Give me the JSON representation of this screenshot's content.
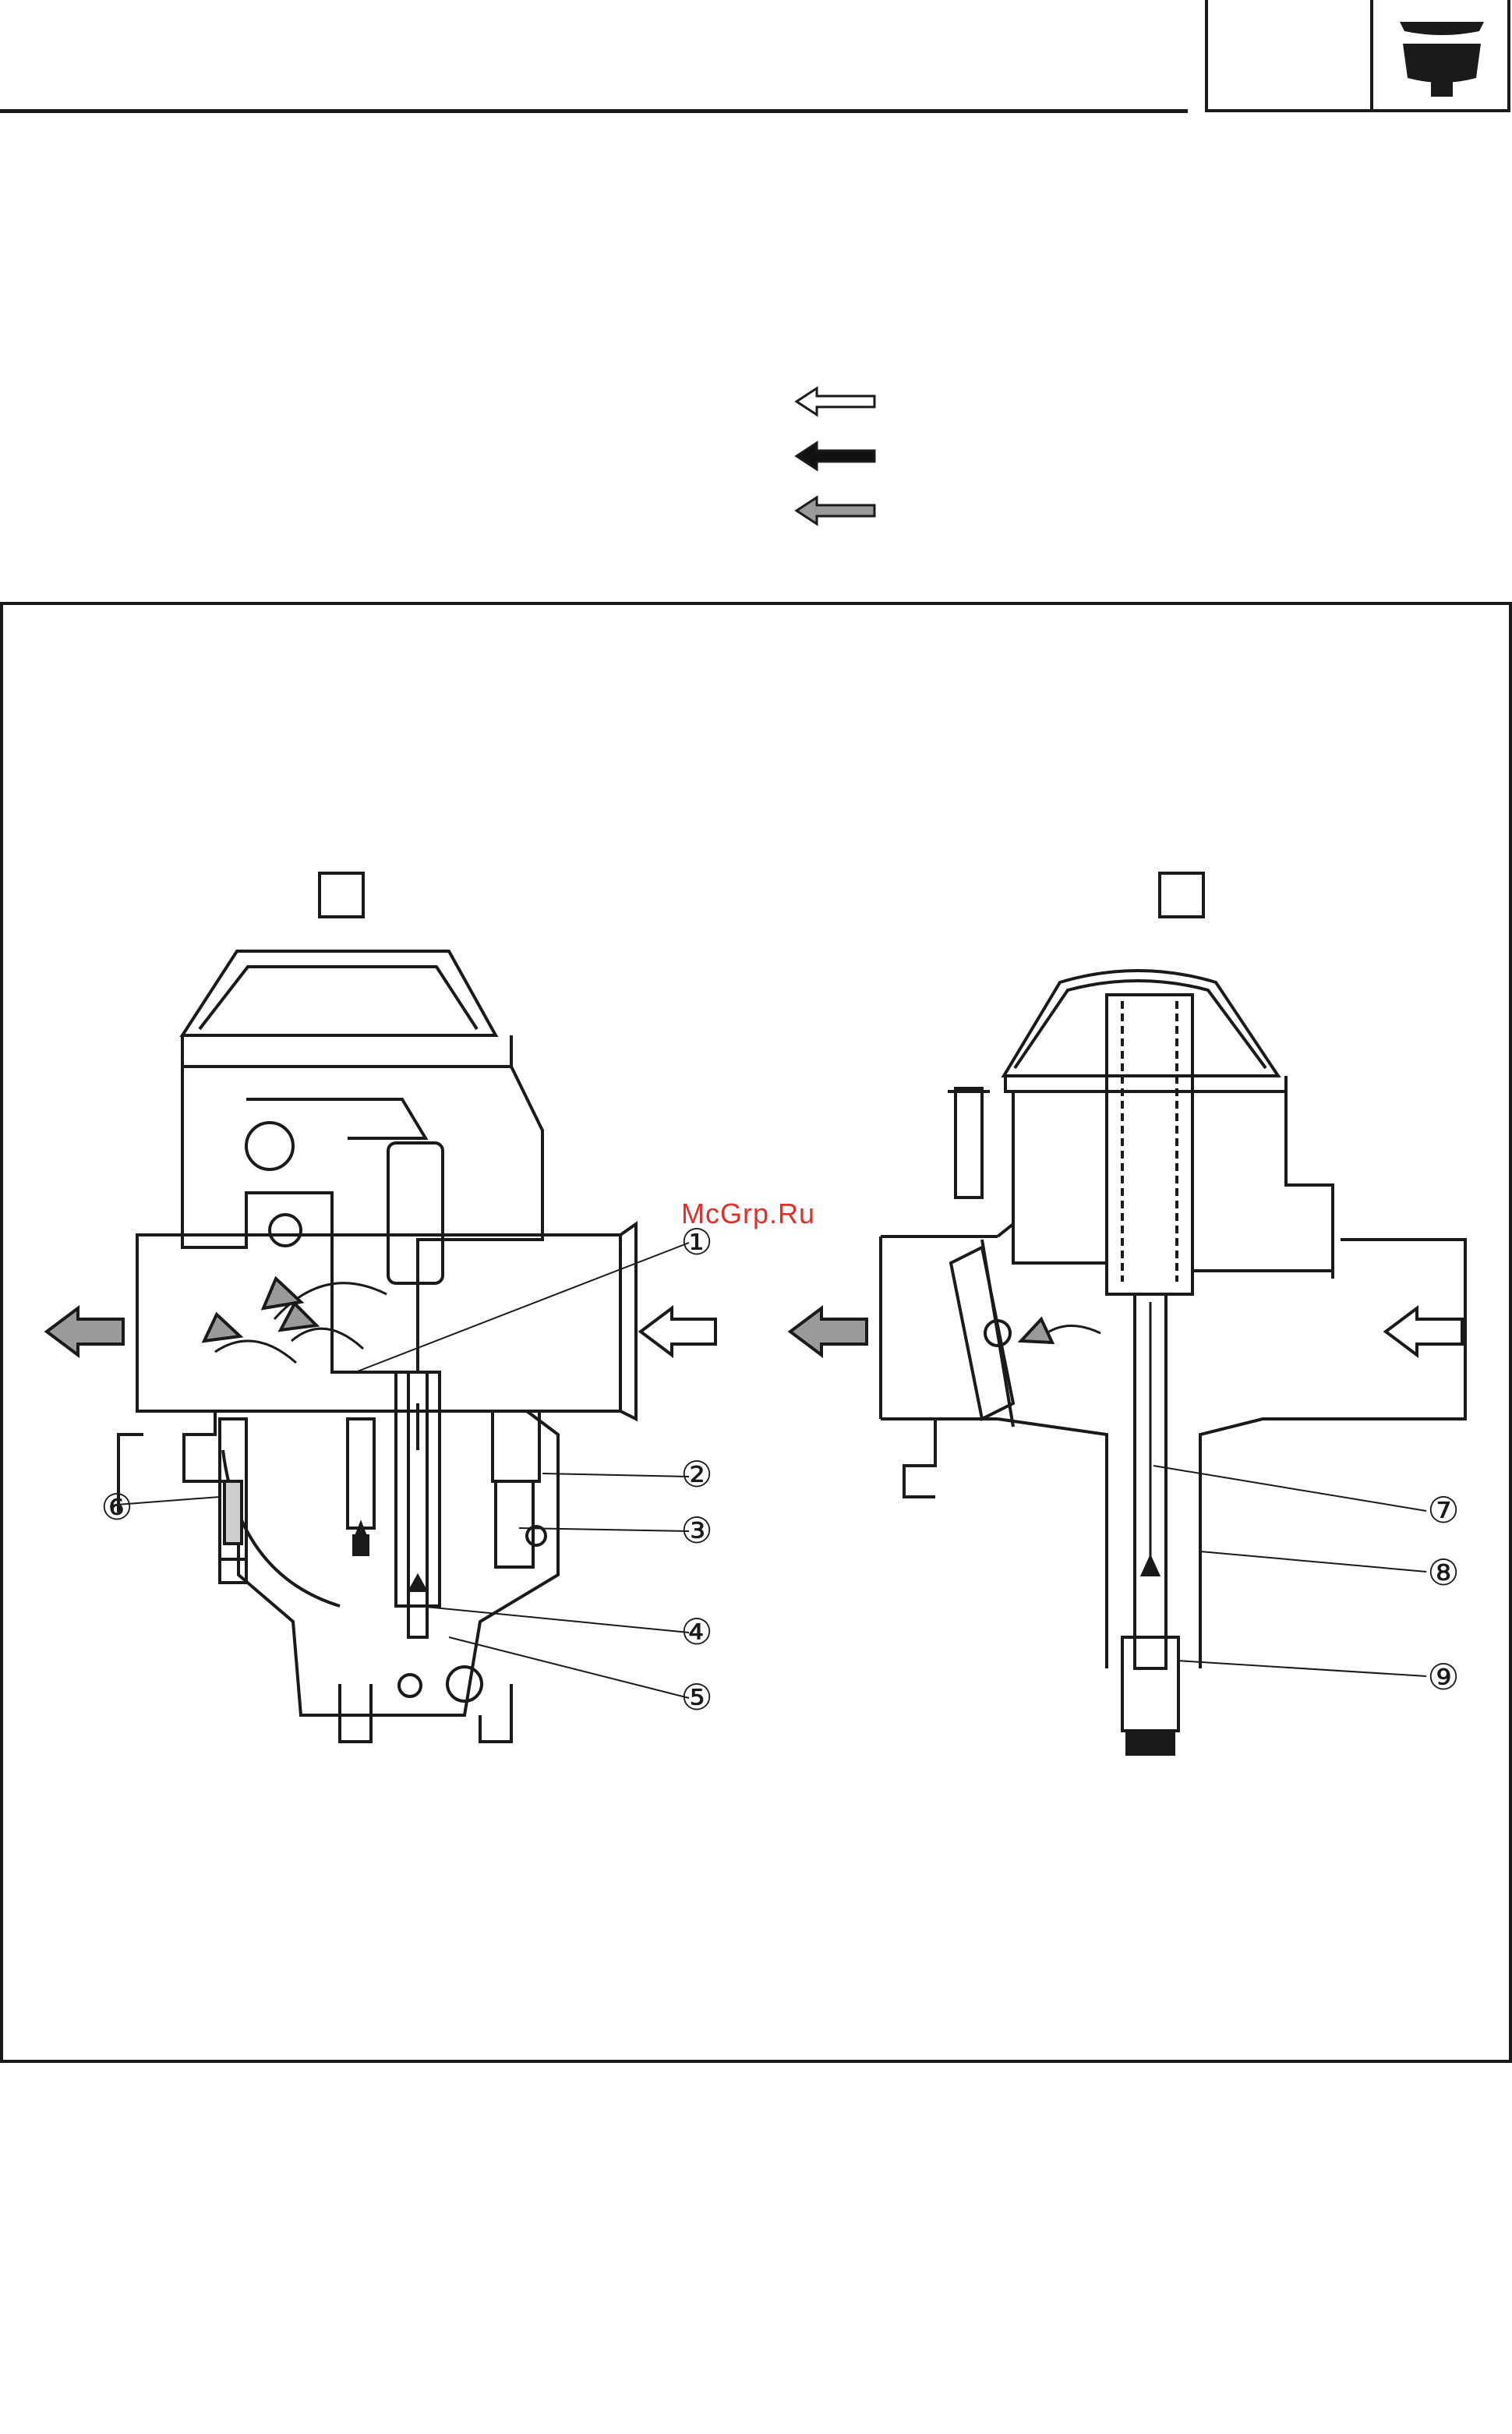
{
  "watermark": {
    "text": "McGrp.Ru"
  },
  "legend": {
    "arrows": [
      {
        "style": "outline",
        "color": "#ffffff"
      },
      {
        "style": "solid",
        "color": "#111111"
      },
      {
        "style": "shaded",
        "color": "#9a9a9a"
      }
    ]
  },
  "header": {
    "icon": "carburetor-icon"
  },
  "callouts": {
    "c1": "①",
    "c2": "②",
    "c3": "③",
    "c4": "④",
    "c5": "⑤",
    "c6": "⑥",
    "c7": "⑦",
    "c8": "⑧",
    "c9": "⑨"
  },
  "colors": {
    "ink": "#1a1a1a",
    "shade": "#9a9a9a",
    "watermark": "#e0302a"
  }
}
